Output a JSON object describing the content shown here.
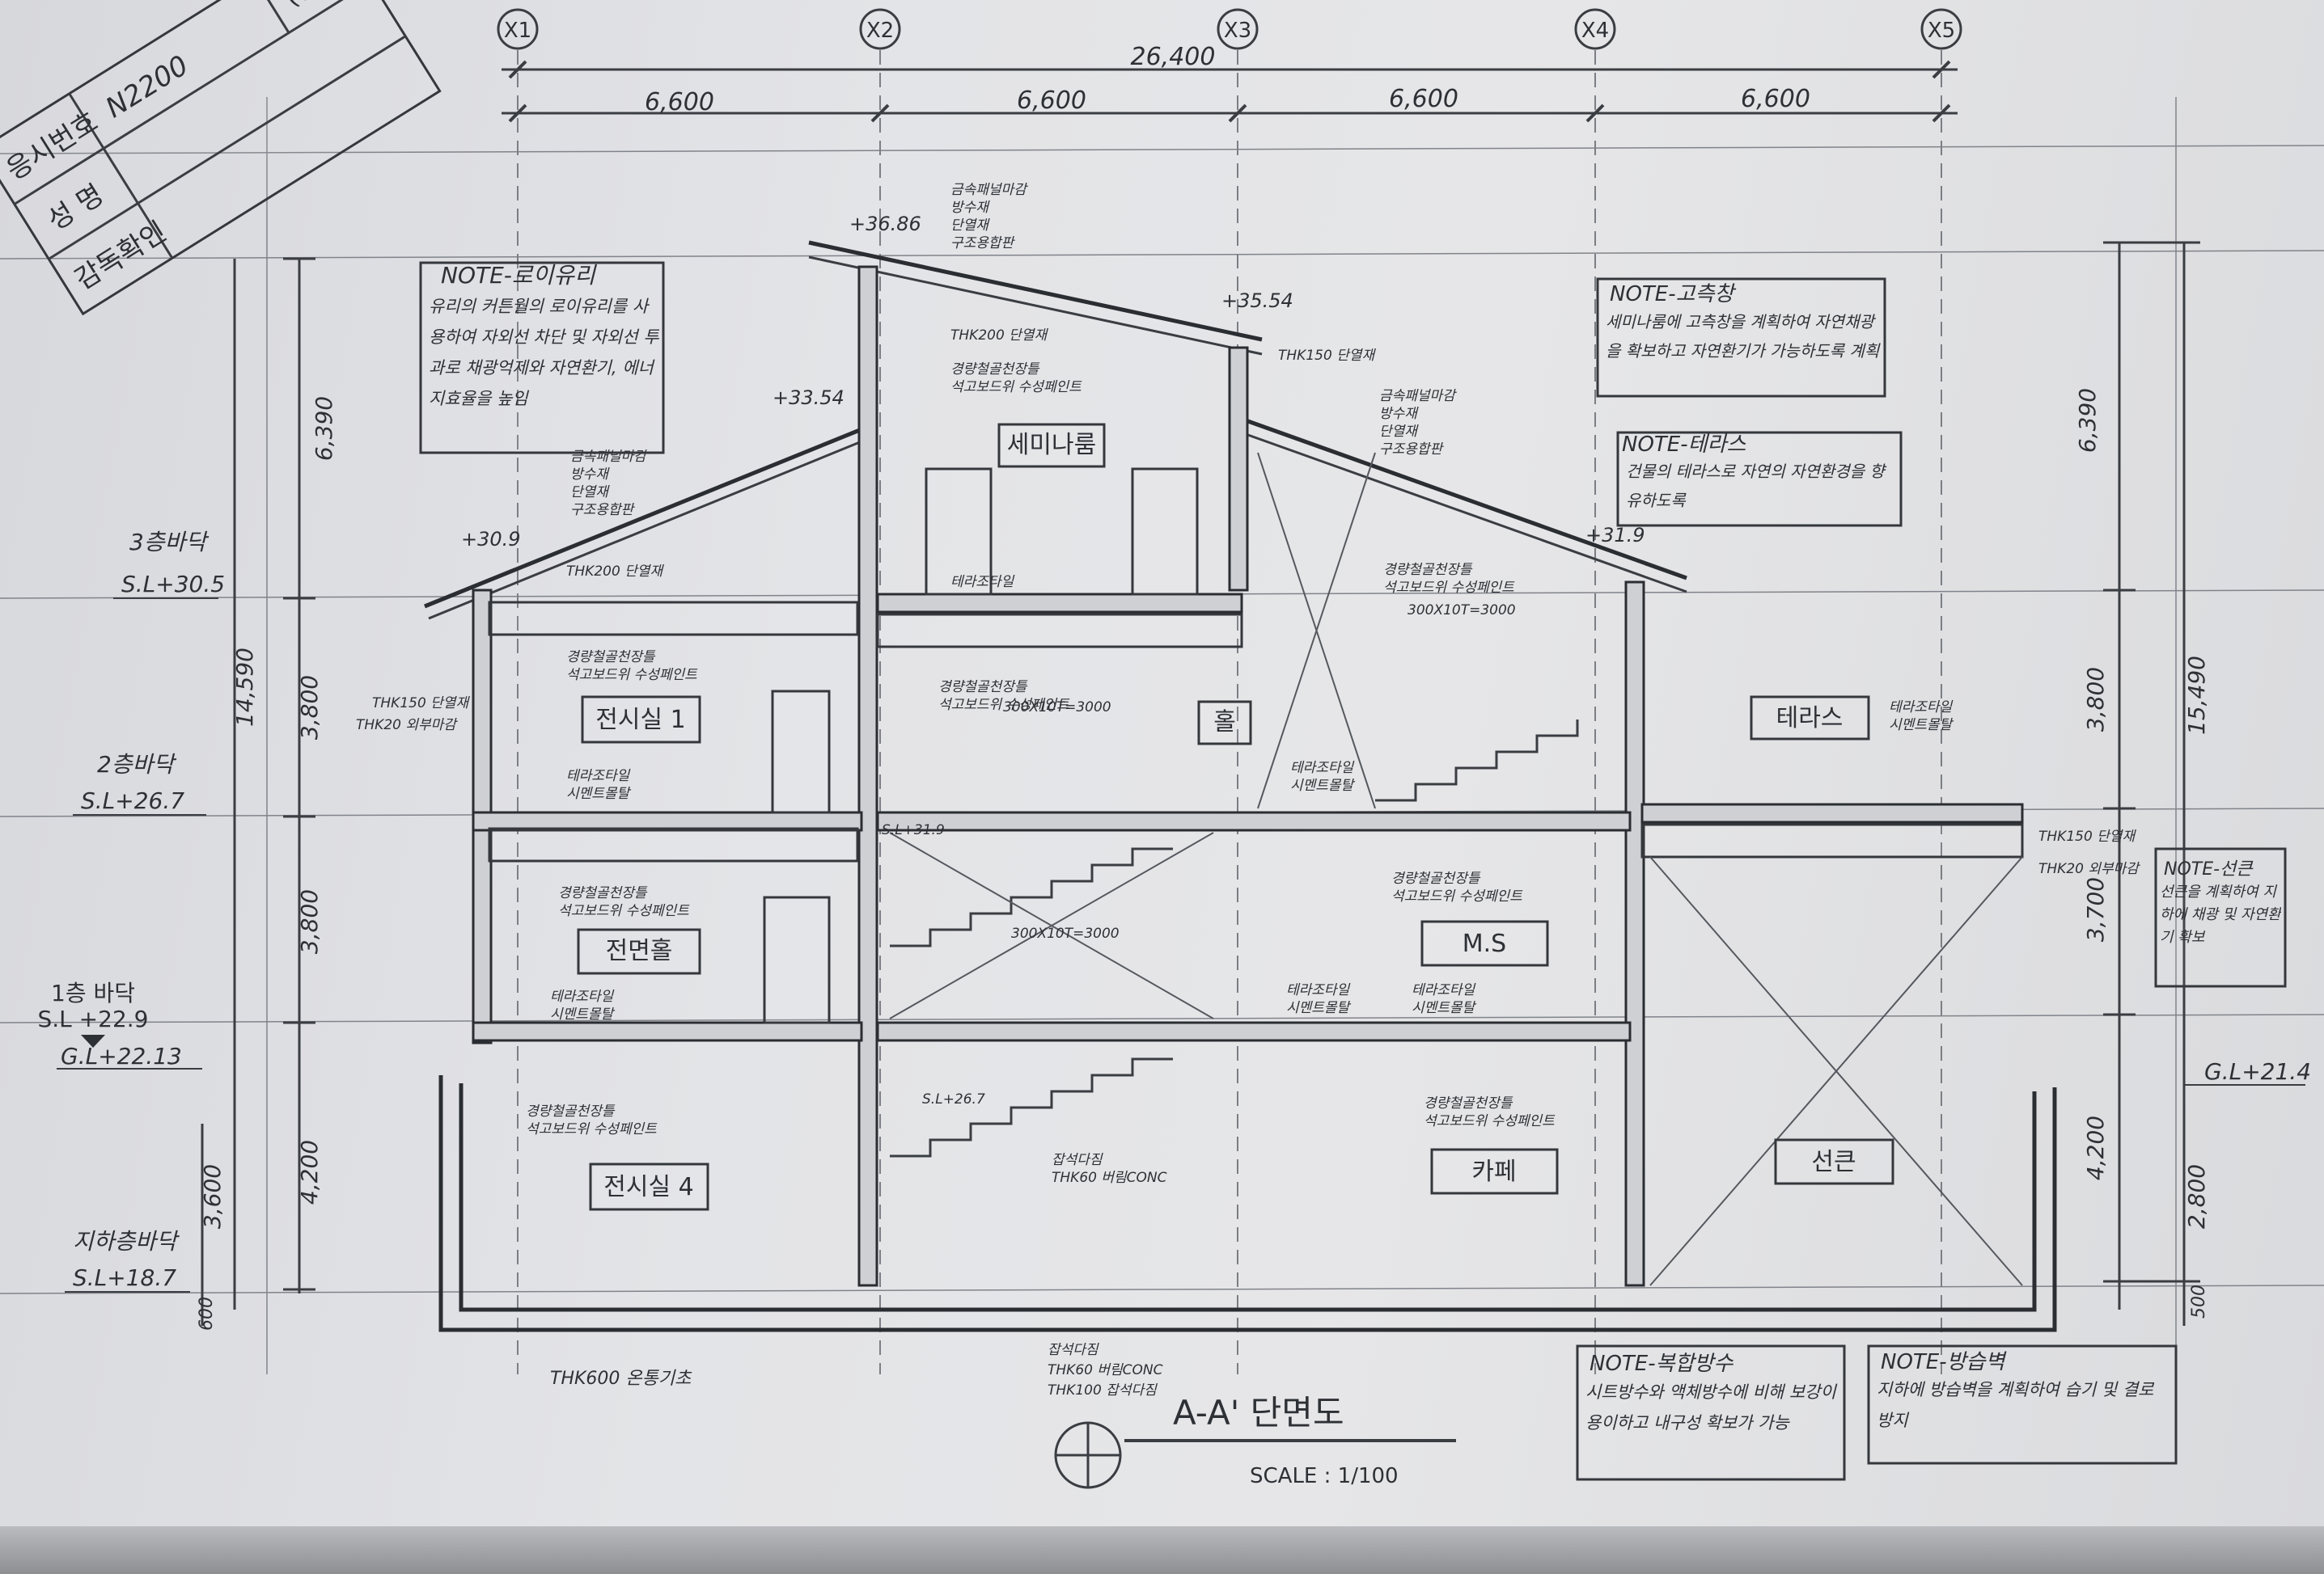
{
  "title_block": {
    "rows": [
      {
        "label": "응시번호",
        "value": "N2200",
        "extra": "(인)"
      },
      {
        "label": "성 명",
        "value": "",
        "extra": ""
      },
      {
        "label": "감독확인",
        "value": "",
        "extra": ""
      }
    ]
  },
  "grid": {
    "labels": [
      "X1",
      "X2",
      "X3",
      "X4",
      "X5"
    ],
    "total_dimension": "26,400",
    "bay_dimensions": [
      "6,600",
      "6,600",
      "6,600",
      "6,600"
    ]
  },
  "levels": [
    {
      "name": "3층바닥",
      "value": "S.L+30.5"
    },
    {
      "name": "2층바닥",
      "value": "S.L+26.7"
    },
    {
      "name": "1층 바닥",
      "value": "S.L +22.9"
    },
    {
      "ground": "G.L+22.13"
    },
    {
      "name": "지하층바닥",
      "value": "S.L+18.7"
    }
  ],
  "ground_right": "G.L+21.4",
  "elevation_marks": [
    "+36.86",
    "+35.54",
    "+33.54",
    "+30.9",
    "+31.9"
  ],
  "vertical_dims_left": [
    "6,390",
    "3,800",
    "3,800",
    "4,200",
    "14,590",
    "3,600",
    "600"
  ],
  "vertical_dims_right": [
    "6,390",
    "3,800",
    "3,700",
    "4,200",
    "15,490",
    "2,800",
    "500"
  ],
  "rooms": [
    {
      "label": "세미나룸"
    },
    {
      "label": "전시실 1"
    },
    {
      "label": "홀"
    },
    {
      "label": "테라스"
    },
    {
      "label": "전면홀"
    },
    {
      "label": "M.S"
    },
    {
      "label": "전시실 4"
    },
    {
      "label": "카페"
    },
    {
      "label": "선큰"
    }
  ],
  "notes": {
    "glass": {
      "title": "NOTE-로이유리",
      "body": "유리의 커튼월의 로이유리를 사용하여 자외선 차단 및 자외선 투과로 채광억제와 자연환기, 에너지효율을 높임"
    },
    "highlight": {
      "title": "NOTE-고측창",
      "body": "세미나룸에 고측창을 계획하여 자연채광을 확보하고 자연환기가 가능하도록 계획"
    },
    "terrace": {
      "title": "NOTE-테라스",
      "body": "건물의 테라스로 자연의 자연환경을 향유하도록"
    },
    "sunken": {
      "title": "NOTE-선큰",
      "body": "선큰을 계획하여 지하에 채광 및 자연환기 확보"
    },
    "multi": {
      "title": "NOTE-복합방수",
      "body": "시트방수와 액체방수에 비해 보강이 용이하고 내구성 확보가 가능"
    },
    "drain": {
      "title": "NOTE-방습벽",
      "body": "지하에 방습벽을 계획하여 습기 및 결로 방지"
    }
  },
  "annotations": {
    "roof": [
      "금속패널마감",
      "방수재",
      "단열재",
      "구조용합판"
    ],
    "ceiling": [
      "THK200 단열재",
      "경량철골천장틀",
      "석고보드위 수성페인트"
    ],
    "floor": [
      "테라조타일",
      "시멘트몰탈"
    ],
    "stairs": [
      "300X10T=3000"
    ],
    "wall": [
      "THK150 단열재",
      "THK20 외부마감"
    ],
    "slab": [
      "THK600 온통기초"
    ],
    "base": [
      "잡석다짐",
      "THK60 버림CONC",
      "THK100 잡석다짐"
    ],
    "sl": [
      "S.L+31.9",
      "S.L+26.7"
    ]
  },
  "section_title": "A-A' 단면도",
  "scale": "SCALE : 1/100"
}
